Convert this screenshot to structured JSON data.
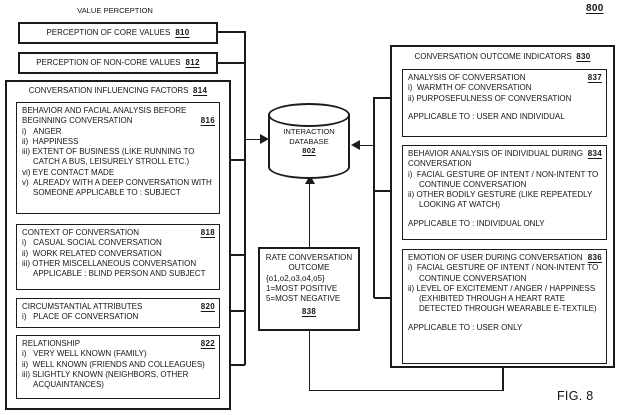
{
  "figure": {
    "page_ref": "800",
    "caption": "FIG. 8"
  },
  "value_perception": {
    "title": "VALUE PERCEPTION",
    "core_values": {
      "label": "PERCEPTION OF CORE VALUES",
      "ref": "810"
    },
    "non_core_values": {
      "label": "PERCEPTION OF NON-CORE VALUES",
      "ref": "812"
    }
  },
  "influencing_factors": {
    "title": "CONVERSATION INFLUENCING FACTORS",
    "ref": "814",
    "behavior_facial_analysis": {
      "title": "BEHAVIOR AND FACIAL ANALYSIS BEFORE BEGINNING CONVERSATION",
      "ref": "816",
      "items": [
        "i)   ANGER",
        "ii)  HAPPINESS",
        "iii) EXTENT OF BUSINESS (LIKE RUNNING TO CATCH A BUS, LEISURELY STROLL ETC.)",
        "vi) EYE CONTACT MADE",
        "v)  ALREADY WITH A DEEP CONVERSATION WITH SOMEONE APPLICABLE TO : SUBJECT"
      ]
    },
    "context_of_conversation": {
      "title": "CONTEXT OF CONVERSATION",
      "ref": "818",
      "items": [
        "i)   CASUAL SOCIAL CONVERSATION",
        "ii)  WORK RELATED CONVERSATION",
        "iii) OTHER MISCELLANEOUS CONVERSATION APPLICABLE : BLIND PERSON AND SUBJECT"
      ]
    },
    "circumstantial_attributes": {
      "title": "CIRCUMSTANTIAL ATTRIBUTES",
      "ref": "820",
      "items": [
        "i)   PLACE OF CONVERSATION"
      ]
    },
    "relationship": {
      "title": "RELATIONSHIP",
      "ref": "822",
      "items": [
        "i)   VERY WELL KNOWN (FAMILY)",
        "ii)  WELL KNOWN (FRIENDS AND COLLEAGUES)",
        "iii) SLIGHTLY KNOWN (NEIGHBORS, OTHER ACQUAINTANCES)"
      ]
    }
  },
  "interaction_database": {
    "line1": "INTERACTION",
    "line2": "DATABASE",
    "ref": "802"
  },
  "rate_outcome": {
    "title": "RATE CONVERSATION OUTCOME",
    "scale_set": "{o1,o2,o3,o4,o5}",
    "scale_positive": "1=MOST POSITIVE",
    "scale_negative": "5=MOST NEGATIVE",
    "ref": "838"
  },
  "outcome_indicators": {
    "title": "CONVERSATION OUTCOME INDICATORS",
    "ref": "830",
    "analysis_of_conversation": {
      "title": "ANALYSIS OF CONVERSATION",
      "ref": "837",
      "items": [
        "i)  WARMTH OF CONVERSATION",
        "ii) PURPOSEFULNESS OF CONVERSATION"
      ],
      "applicable": "APPLICABLE TO : USER AND INDIVIDUAL"
    },
    "behavior_analysis_individual": {
      "title": "BEHAVIOR ANALYSIS OF INDIVIDUAL DURING CONVERSATION",
      "ref": "834",
      "items": [
        "i)  FACIAL GESTURE OF INTENT / NON-INTENT TO CONTINUE CONVERSATION",
        "ii) OTHER BODILY GESTURE (LIKE REPEATEDLY LOOKING AT WATCH)"
      ],
      "applicable": "APPLICABLE TO : INDIVIDUAL ONLY"
    },
    "emotion_of_user": {
      "title": "EMOTION OF USER DURING CONVERSATION",
      "ref": "836",
      "items": [
        "i)  FACIAL GESTURE OF INTENT / NON-INTENT TO CONTINUE CONVERSATION",
        "ii) LEVEL OF EXCITEMENT / ANGER / HAPPINESS (EXHIBITED THROUGH A HEART RATE DETECTED THROUGH WEARABLE E-TEXTILE)"
      ],
      "applicable": "APPLICABLE TO : USER ONLY"
    }
  }
}
